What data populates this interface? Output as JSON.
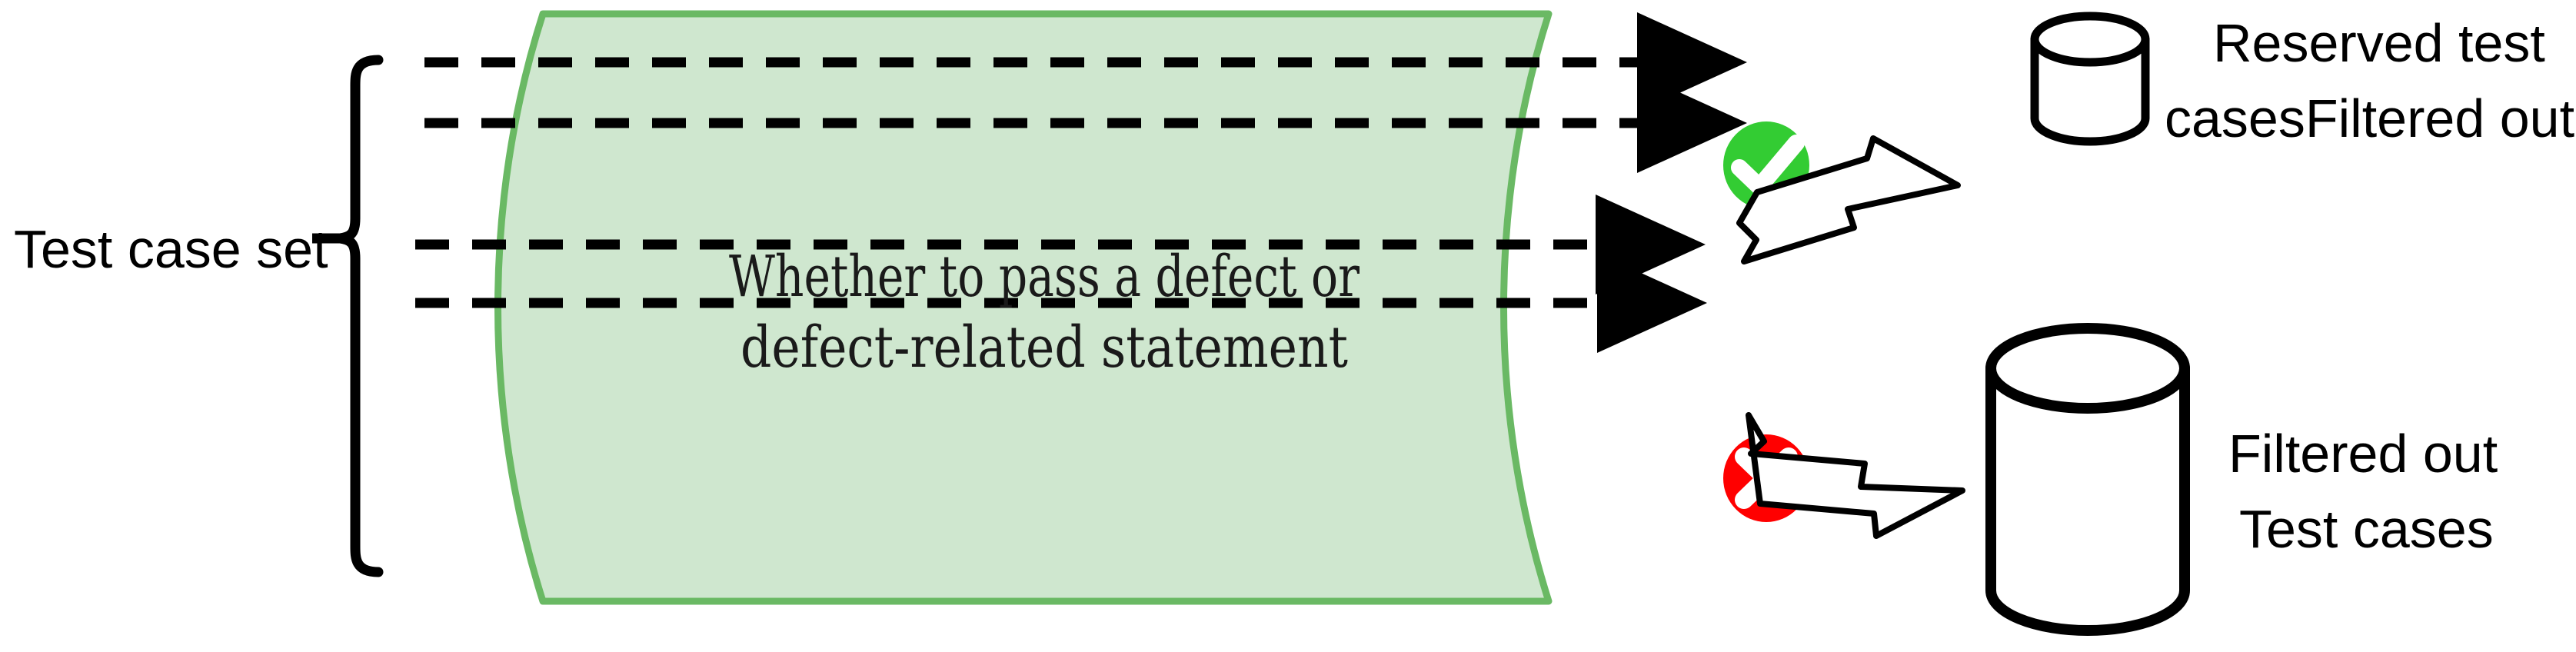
{
  "diagram": {
    "title_text": "Test case set",
    "band": {
      "line1": "Whether to pass a defect or",
      "line2": "defect-related statement",
      "fill_color": "#CFE7CF",
      "stroke_color": "#6AB964"
    },
    "decision_icons": {
      "pass": {
        "name": "check-circle-icon",
        "color": "#33CC33",
        "glyph": "check"
      },
      "fail": {
        "name": "cross-circle-icon",
        "color": "#FF0000",
        "glyph": "cross"
      }
    },
    "outputs": [
      {
        "id": "reserved",
        "store_label": "database-cylinder-small",
        "label_line1": "Reserved test",
        "label_line2": "casesFiltered out"
      },
      {
        "id": "filtered",
        "store_label": "database-cylinder-large",
        "label_line1": "Filtered out",
        "label_line2": "Test cases"
      }
    ],
    "flow_arrows": [
      {
        "id": "tc-1",
        "style": "dashed"
      },
      {
        "id": "tc-2",
        "style": "dashed"
      },
      {
        "id": "tc-3",
        "style": "dashed"
      },
      {
        "id": "tc-4",
        "style": "dashed"
      }
    ],
    "colors": {
      "stroke": "#000000",
      "background": "#FFFFFF"
    }
  }
}
